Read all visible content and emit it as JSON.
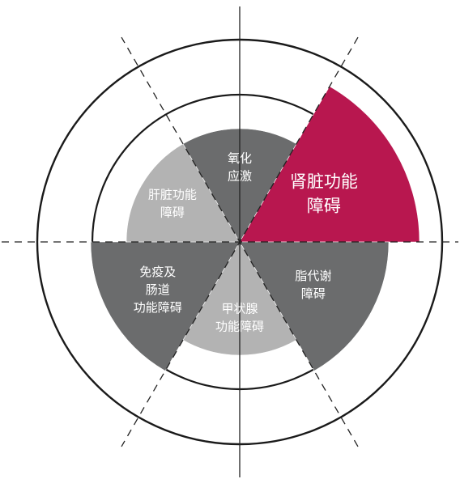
{
  "colors": {
    "highlight": "#b8174f",
    "dark_gray": "#6b6c6d",
    "light_gray": "#b3b3b3",
    "line": "#1a1a1a"
  },
  "segments": [
    {
      "id": "kidney",
      "lines": [
        "肾脏功能",
        "障碍"
      ],
      "color": "#b8174f",
      "emphasized": true,
      "level": "outer"
    },
    {
      "id": "fat-metabolism",
      "lines": [
        "脂代谢",
        "障碍"
      ],
      "color": "#6b6c6d",
      "emphasized": false,
      "level": "mid"
    },
    {
      "id": "thyroid",
      "lines": [
        "甲状腺",
        "功能障碍"
      ],
      "color": "#b3b3b3",
      "emphasized": false,
      "level": "inner"
    },
    {
      "id": "immune-gut",
      "lines": [
        "免疫及",
        "肠道",
        "功能障碍"
      ],
      "color": "#6b6c6d",
      "emphasized": false,
      "level": "mid"
    },
    {
      "id": "liver",
      "lines": [
        "肝脏功能",
        "障碍"
      ],
      "color": "#b3b3b3",
      "emphasized": false,
      "level": "inner"
    },
    {
      "id": "oxidative-stress",
      "lines": [
        "氧化",
        "应激"
      ],
      "color": "#6b6c6d",
      "emphasized": false,
      "level": "inner"
    }
  ]
}
